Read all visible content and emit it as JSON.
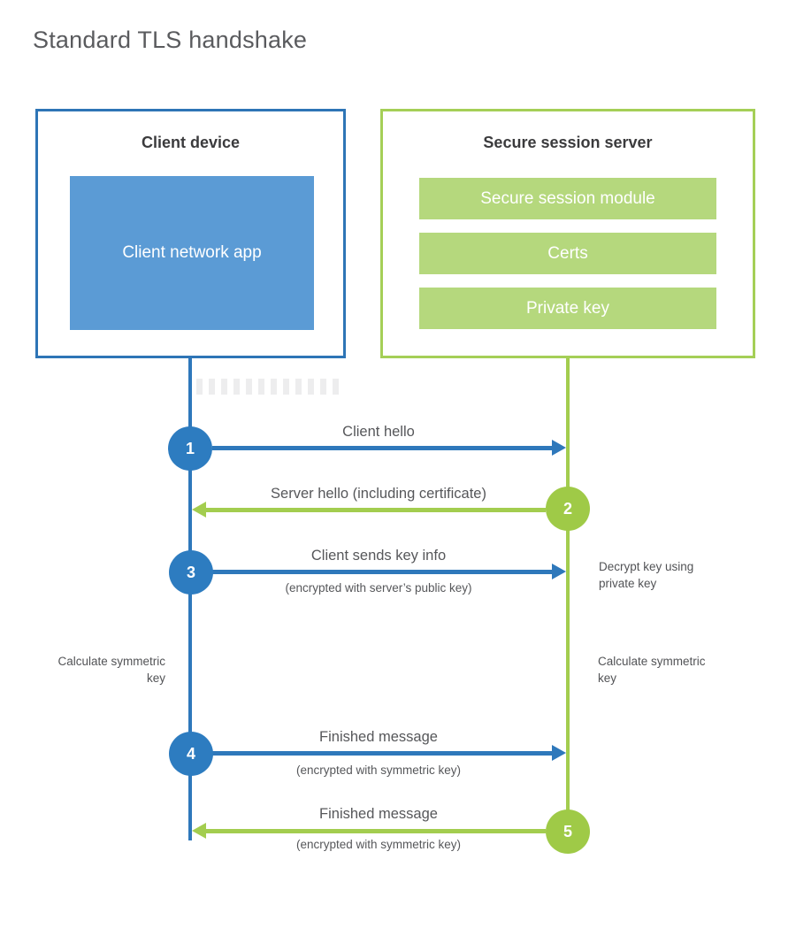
{
  "title": "Standard TLS handshake",
  "colors": {
    "blue": "#2e78bb",
    "blue_light": "#5b9bd5",
    "green": "#a3cd4f",
    "green_light": "#b5d87d"
  },
  "client": {
    "title": "Client device",
    "module": "Client network app"
  },
  "server": {
    "title": "Secure session server",
    "modules": [
      "Secure session module",
      "Certs",
      "Private key"
    ]
  },
  "steps": [
    {
      "num": "1",
      "label": "Client hello",
      "sublabel": "",
      "direction": "right",
      "color": "blue"
    },
    {
      "num": "2",
      "label": "Server hello (including certificate)",
      "sublabel": "",
      "direction": "left",
      "color": "green"
    },
    {
      "num": "3",
      "label": "Client sends key info",
      "sublabel": "(encrypted with server’s public key)",
      "direction": "right",
      "color": "blue"
    },
    {
      "num": "4",
      "label": "Finished message",
      "sublabel": "(encrypted with symmetric key)",
      "direction": "right",
      "color": "blue"
    },
    {
      "num": "5",
      "label": "Finished message",
      "sublabel": "(encrypted with symmetric key)",
      "direction": "left",
      "color": "green"
    }
  ],
  "notes": {
    "decrypt": "Decrypt key using private key",
    "calc_left": "Calculate symmetric key",
    "calc_right": "Calculate symmetric key"
  }
}
